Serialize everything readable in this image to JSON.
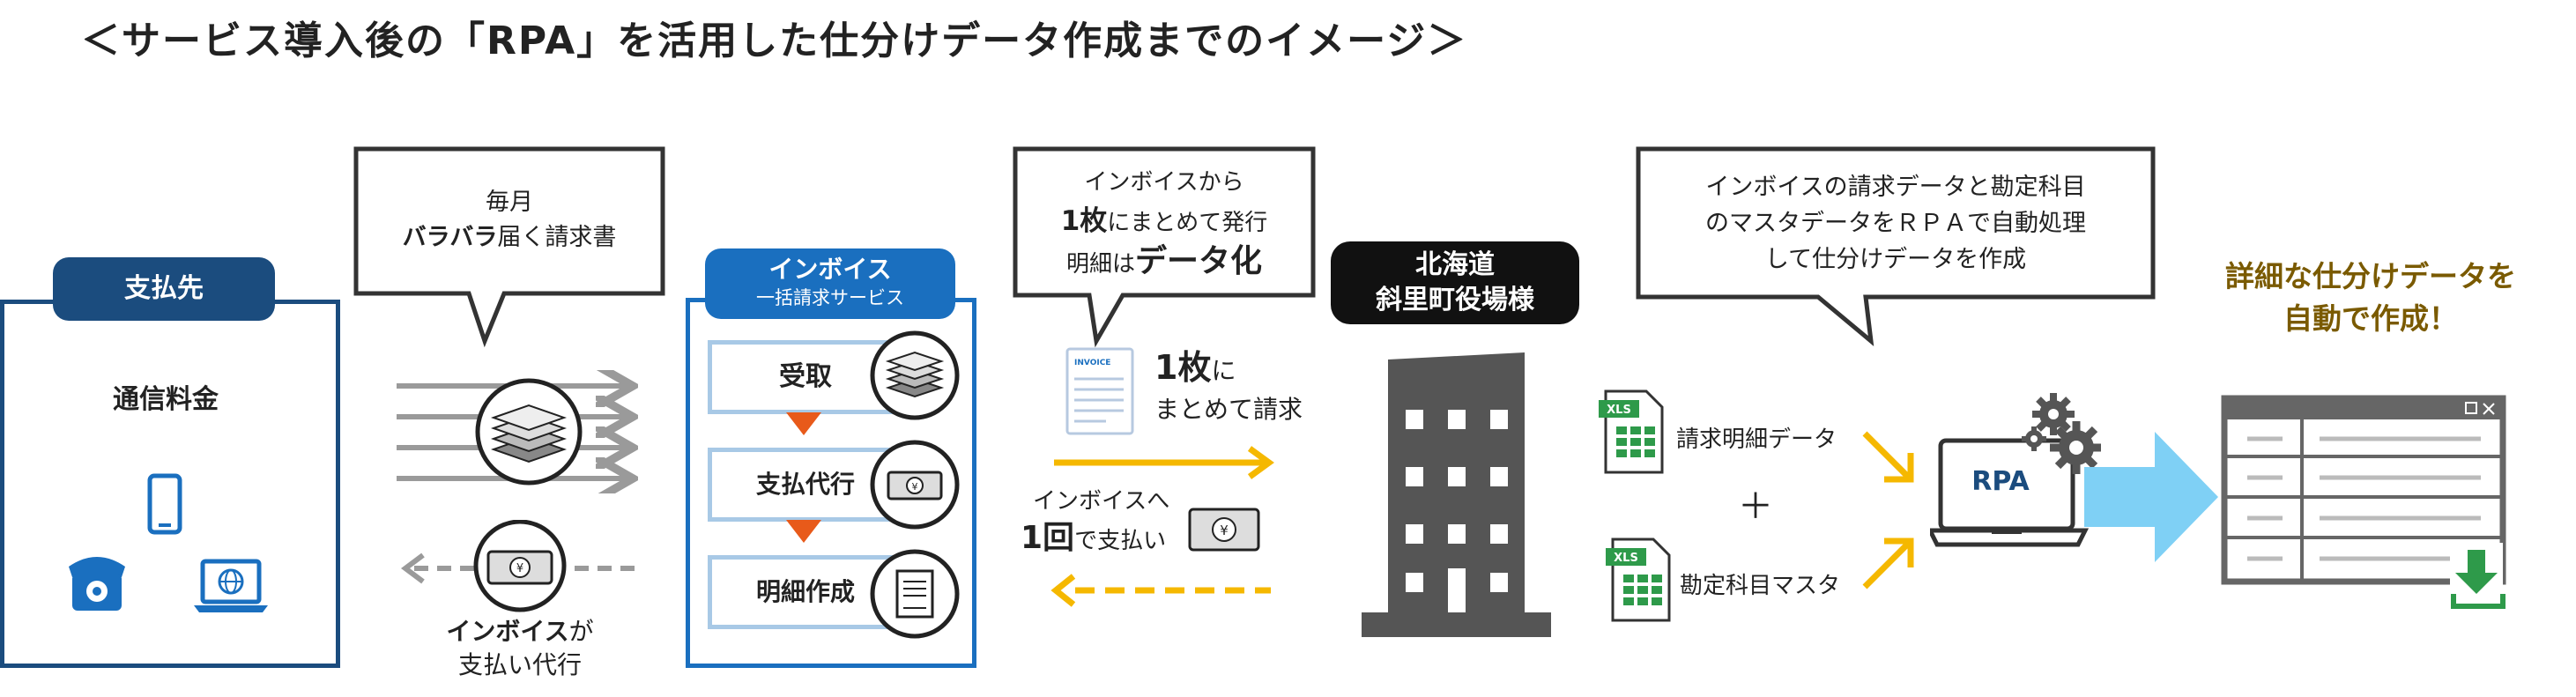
{
  "title": "＜サービス導入後の「RPA」を活用した仕分けデータ作成までのイメージ＞",
  "payee": {
    "header": "支払先",
    "label": "通信料金"
  },
  "bubble1": {
    "line1": "毎月",
    "line2_bold": "バラバラ",
    "line2_rest": "届く請求書"
  },
  "invoice_label": {
    "bold": "インボイス",
    "rest": "が",
    "line2": "支払い代行"
  },
  "service": {
    "header": "インボイス",
    "subheader": "一括請求サービス",
    "steps": [
      "受取",
      "支払代行",
      "明細作成"
    ]
  },
  "bubble2": {
    "line1": "インボイスから",
    "line2_bold": "1枚",
    "line2_rest": "にまとめて発行",
    "line3_pre": "明細は",
    "line3_bold": "データ化"
  },
  "doc_label": {
    "bold": "1枚",
    "rest": "に",
    "line2": "まとめて請求"
  },
  "doc_logo": "INVOICE",
  "payment_label": {
    "line1": "インボイスへ",
    "bold": "1回",
    "rest": "で支払い"
  },
  "town": {
    "line1": "北海道",
    "line2": "斜里町役場様"
  },
  "bubble3": {
    "line1": "インボイスの請求データと勘定科目",
    "line2": "のマスタデータをＲＰＡで自動処理",
    "line3": "して仕分けデータを作成"
  },
  "files": {
    "badge": "XLS",
    "file1": "請求明細データ",
    "plus": "＋",
    "file2": "勘定科目マスタ"
  },
  "rpa_label": "RPA",
  "result": {
    "line1": "詳細な仕分けデータを",
    "line2": "自動で作成！"
  },
  "colors": {
    "navy": "#1b4c7e",
    "blue": "#1a6fbf",
    "gold_text": "#7a5a00",
    "arrow_yellow": "#f5b800",
    "arrow_orange": "#e85a1a",
    "light_blue_arrow": "#7fd0f5",
    "building": "#555555",
    "excel_green": "#2e9a4a"
  }
}
